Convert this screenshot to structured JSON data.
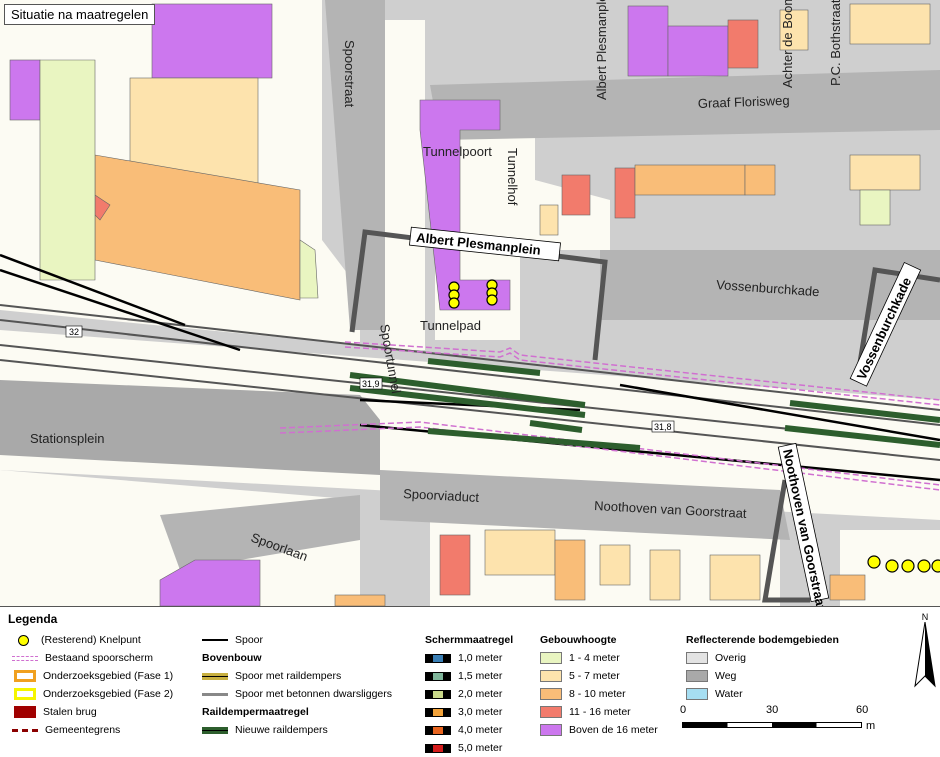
{
  "map": {
    "title": "Situatie na maatregelen",
    "streets": {
      "spoorstraat_top": "Spoorstraat",
      "albert_plesmanplein_top": "Albert Plesmanplein",
      "achter_de_boomgaard": "Achter de Boomgaard",
      "bothstraat": "P.C. Bothstraat",
      "graaf_florisweg": "Graaf Florisweg",
      "tunnelpoort": "Tunnelpoort",
      "tunnelhof": "Tunnelhof",
      "albert_plesmanplein": "Albert Plesmanplein",
      "vossenburchkade": "Vossenburchkade",
      "vossenburchkade_box": "Vossenburchkade",
      "tunnelpad": "Tunnelpad",
      "spoortunnel": "Spoortunnel",
      "stationsplein": "Stationsplein",
      "spoorviaduct": "Spoorviaduct",
      "noothoven_van_goorstraat": "Noothoven van Goorstraat",
      "noothoven_box": "Noothoven van Goorstraat A",
      "spoorlaan": "Spoorlaan"
    },
    "km_markers": [
      "32",
      "31,9",
      "31,8"
    ]
  },
  "legend": {
    "title": "Legenda",
    "col1": [
      {
        "label": "(Resterend) Knelpunt",
        "symbol": "circle-yellow"
      },
      {
        "label": "Bestaand spoorscherm",
        "symbol": "double-dash-pink"
      },
      {
        "label": "Onderzoeksgebied (Fase 1)",
        "symbol": "box-orange"
      },
      {
        "label": "Onderzoeksgebied (Fase 2)",
        "symbol": "box-yellow"
      },
      {
        "label": "Stalen brug",
        "symbol": "fill-darkred"
      },
      {
        "label": "Gemeentegrens",
        "symbol": "dash-darkred"
      }
    ],
    "col2": {
      "spoor": "Spoor",
      "bovenbouw_title": "Bovenbouw",
      "spoor_raildempers": "Spoor met raildempers",
      "spoor_betonnen": "Spoor met betonnen dwarsliggers",
      "raildemper_title": "Raildempermaatregel",
      "nieuwe_raildempers": "Nieuwe raildempers"
    },
    "schermmaatregel": {
      "title": "Schermmaatregel",
      "items": [
        {
          "label": "1,0 meter",
          "color": "#3a7fb5"
        },
        {
          "label": "1,5 meter",
          "color": "#7fb59a"
        },
        {
          "label": "2,0 meter",
          "color": "#c9d98a"
        },
        {
          "label": "3,0 meter",
          "color": "#f2a23a"
        },
        {
          "label": "4,0 meter",
          "color": "#e8641e"
        },
        {
          "label": "5,0 meter",
          "color": "#d41c1c"
        }
      ]
    },
    "gebouwhoogte": {
      "title": "Gebouwhoogte",
      "items": [
        {
          "label": "1 - 4 meter",
          "color": "#e9f5c1"
        },
        {
          "label": "5 - 7 meter",
          "color": "#fde3ad"
        },
        {
          "label": "8 - 10 meter",
          "color": "#f9bd78"
        },
        {
          "label": "11 - 16 meter",
          "color": "#f27b6c"
        },
        {
          "label": "Boven de 16 meter",
          "color": "#cc77ee"
        }
      ]
    },
    "bodemgebieden": {
      "title": "Reflecterende bodemgebieden",
      "items": [
        {
          "label": "Overig",
          "color": "#e3e3e3"
        },
        {
          "label": "Weg",
          "color": "#a9a9a9"
        },
        {
          "label": "Water",
          "color": "#a6def2"
        }
      ]
    },
    "scale": {
      "ticks": [
        "0",
        "30",
        "60"
      ],
      "unit": "m"
    },
    "north": "N"
  },
  "colors": {
    "background": "#cfcfcf",
    "open_ground": "#fcfbf3",
    "track": "#000000",
    "raildemper": "#2d5e2d",
    "screen": "#d070d0"
  }
}
